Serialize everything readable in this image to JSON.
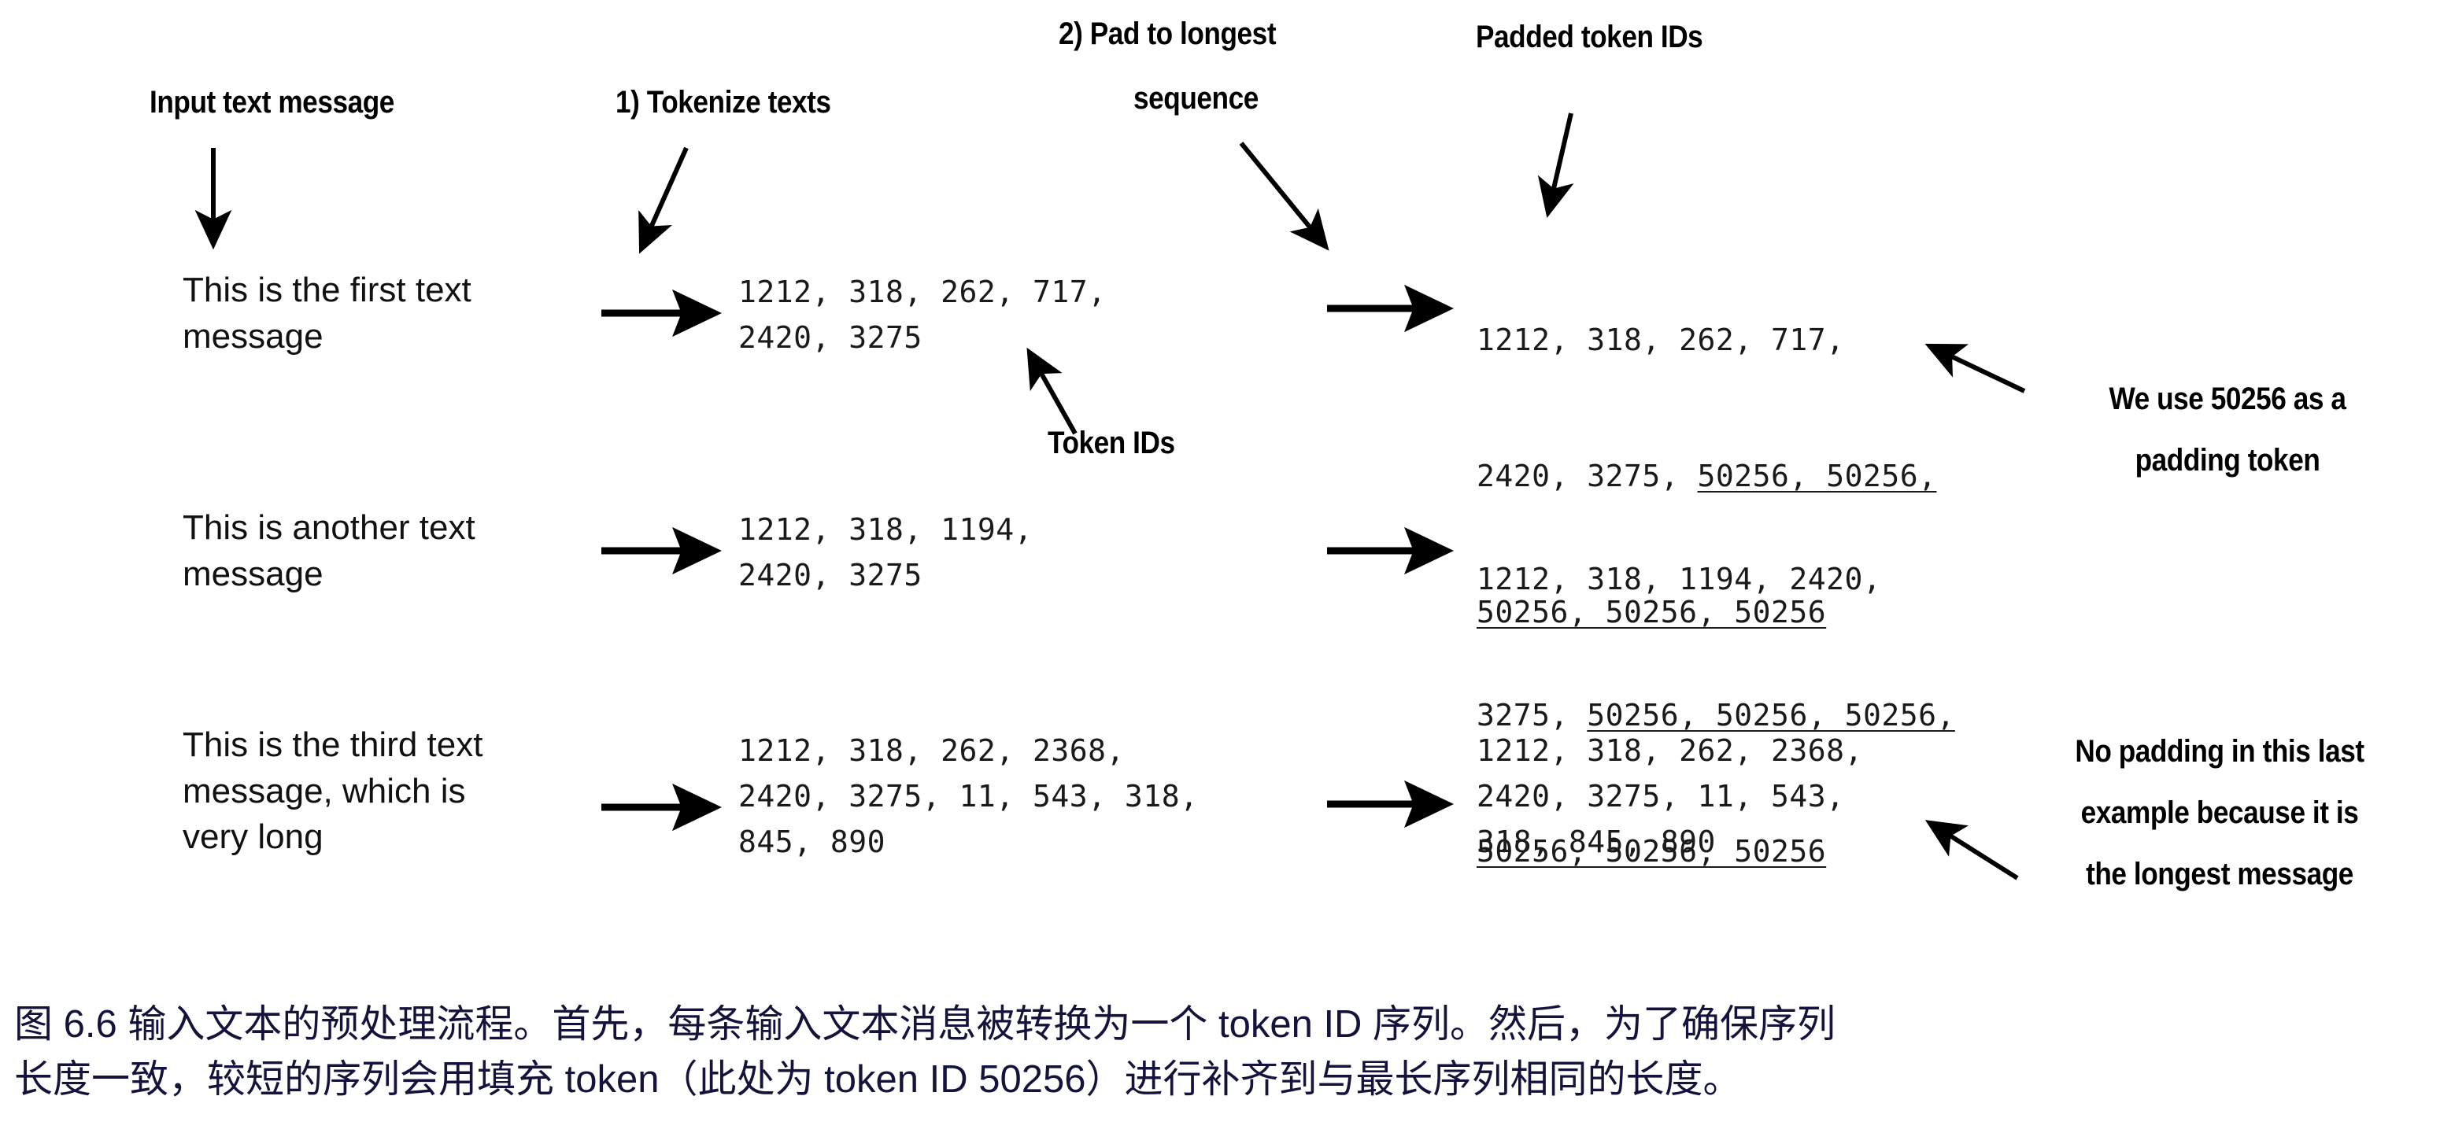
{
  "figure": {
    "labels": {
      "input_text_message": "Input text message",
      "tokenize_texts": "1) Tokenize texts",
      "pad_to_longest_line1": "2) Pad to longest",
      "pad_to_longest_line2": "sequence",
      "padded_token_ids": "Padded token IDs",
      "token_ids": "Token IDs"
    },
    "annotations": {
      "padding_token_note_line1": "We use 50256 as a",
      "padding_token_note_line2": "padding token",
      "no_padding_note_line1": "No padding in this last",
      "no_padding_note_line2": "example because it is",
      "no_padding_note_line3": "the longest message"
    },
    "rows": [
      {
        "message": "This is the first text\nmessage",
        "token_ids": "1212, 318, 262, 717,\n2420, 3275",
        "padded_prefix_line1": "1212, 318, 262, 717,",
        "padded_line2_prefix": "2420, 3275, ",
        "padded_line2_pad": "50256, 50256,",
        "padded_line3_pad": "50256, 50256, 50256"
      },
      {
        "message": "This is another text\nmessage",
        "token_ids": "1212, 318, 1194,\n2420, 3275",
        "padded_prefix_line1": "1212, 318, 1194, 2420,",
        "padded_line2_prefix": "3275, ",
        "padded_line2_pad": "50256, 50256, 50256,",
        "padded_line3_pad": "50256, 50256, 50256"
      },
      {
        "message": "This is the third text\nmessage, which is\nvery long",
        "token_ids": "1212, 318, 262, 2368,\n2420, 3275, 11, 543, 318,\n845, 890",
        "padded_plain": "1212, 318, 262, 2368,\n2420, 3275, 11, 543,\n318, 845, 890"
      }
    ],
    "padding_token_id": "50256",
    "colors": {
      "ink": "#000000",
      "token_ink": "#1a1a1a",
      "caption": "#13133c",
      "background": "#ffffff"
    }
  },
  "caption": {
    "text": "图 6.6 输入文本的预处理流程。首先，每条输入文本消息被转换为一个 token ID 序列。然后，为了确保序列\n长度一致，较短的序列会用填充 token（此处为 token ID 50256）进行补齐到与最长序列相同的长度。"
  }
}
